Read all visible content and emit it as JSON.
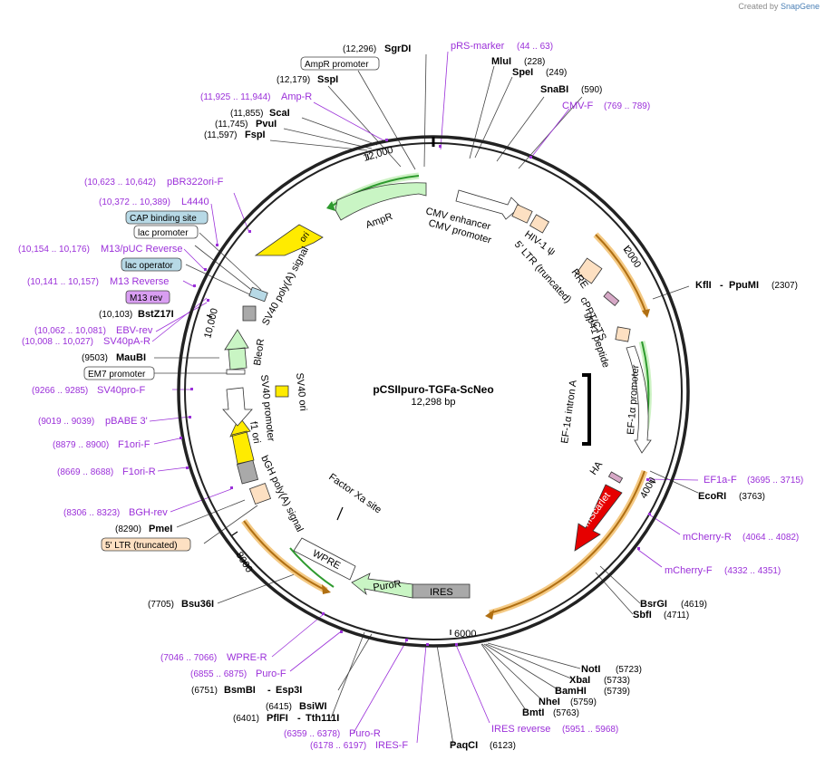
{
  "credit": {
    "prefix": "Created by",
    "brand": "SnapGene"
  },
  "map": {
    "name": "pCSIIpuro-TGFa-ScNeo",
    "length": "12,298 bp",
    "ticks": [
      "12,000",
      "2000",
      "4000",
      "6000",
      "8000",
      "10,000"
    ]
  },
  "features": {
    "ampr": "AmpR",
    "ori": "ori",
    "sv40_polya": "SV40 poly(A) signal",
    "bleor": "BleoR",
    "sv40_promoter": "SV40 promoter",
    "f1_ori": "f1 ori",
    "bgh_polya": "bGH poly(A) signal",
    "factor_xa": "Factor Xa site",
    "wpre": "WPRE",
    "puror": "PuroR",
    "ires": "IRES",
    "mscarlet": "mScarlet",
    "ha": "HA",
    "ef1a_promoter": "EF-1α promoter",
    "ef1a_intron": "EF-1α intron A",
    "cppt": "cPPT/CTS",
    "gp41": "gp41 peptide",
    "rre": "RRE",
    "hiv_psi": "HIV-1 ψ",
    "ltr_trunc_inner": "5' LTR (truncated)",
    "cmv_enhancer": "CMV enhancer",
    "cmv_promoter": "CMV promoter",
    "sv40_ori": "SV40 ori"
  },
  "labels": {
    "sgrdi": {
      "pos": "(12,296)",
      "name": "SgrDI"
    },
    "prs_marker": {
      "name": "pRS-marker",
      "range": "(44 .. 63)"
    },
    "ampr_promoter": {
      "name": "AmpR promoter"
    },
    "sspi": {
      "pos": "(12,179)",
      "name": "SspI"
    },
    "mlui": {
      "name": "MluI",
      "pos": "(228)"
    },
    "spei": {
      "name": "SpeI",
      "pos": "(249)"
    },
    "snabi": {
      "name": "SnaBI",
      "pos": "(590)"
    },
    "amp_r": {
      "range": "(11,925 .. 11,944)",
      "name": "Amp-R"
    },
    "cmv_f": {
      "name": "CMV-F",
      "range": "(769 .. 789)"
    },
    "scai": {
      "pos": "(11,855)",
      "name": "ScaI"
    },
    "pvui": {
      "pos": "(11,745)",
      "name": "PvuI"
    },
    "fspi": {
      "pos": "(11,597)",
      "name": "FspI"
    },
    "pbr322": {
      "range": "(10,623 .. 10,642)",
      "name": "pBR322ori-F"
    },
    "l4440": {
      "range": "(10,372 .. 10,389)",
      "name": "L4440"
    },
    "cap": {
      "name": "CAP binding site"
    },
    "lac_promoter": {
      "name": "lac promoter"
    },
    "m13puc": {
      "range": "(10,154 .. 10,176)",
      "name": "M13/pUC Reverse"
    },
    "lac_operator": {
      "name": "lac operator"
    },
    "m13_reverse": {
      "range": "(10,141 .. 10,157)",
      "name": "M13 Reverse"
    },
    "m13_rev": {
      "name": "M13 rev"
    },
    "bstz17i": {
      "pos": "(10,103)",
      "name": "BstZ17I"
    },
    "ebv_rev": {
      "range": "(10,062 .. 10,081)",
      "name": "EBV-rev"
    },
    "sv40pa_r": {
      "range": "(10,008 .. 10,027)",
      "name": "SV40pA-R"
    },
    "kfli": {
      "name": "KflI",
      "sep": "- ",
      "name2": "PpuMI",
      "pos": "(2307)"
    },
    "maubi": {
      "pos": "(9503)",
      "name": "MauBI"
    },
    "em7": {
      "name": "EM7 promoter"
    },
    "sv40pro_f": {
      "range": "(9266 .. 9285)",
      "name": "SV40pro-F"
    },
    "pbabe3": {
      "range": "(9019 .. 9039)",
      "name": "pBABE 3'"
    },
    "f1ori_f": {
      "range": "(8879 .. 8900)",
      "name": "F1ori-F"
    },
    "f1ori_r": {
      "range": "(8669 .. 8688)",
      "name": "F1ori-R"
    },
    "ef1a_f": {
      "name": "EF1a-F",
      "range": "(3695 .. 3715)"
    },
    "ecori": {
      "name": "EcoRI",
      "pos": "(3763)"
    },
    "bgh_rev": {
      "range": "(8306 .. 8323)",
      "name": "BGH-rev"
    },
    "pmei": {
      "pos": "(8290)",
      "name": "PmeI"
    },
    "ltr_trunc": {
      "name": "5' LTR (truncated)"
    },
    "mcherry_r": {
      "name": "mCherry-R",
      "range": "(4064 .. 4082)"
    },
    "mcherry_f": {
      "name": "mCherry-F",
      "range": "(4332 .. 4351)"
    },
    "bsu36i": {
      "pos": "(7705)",
      "name": "Bsu36I"
    },
    "bsrgi": {
      "name": "BsrGI",
      "pos": "(4619)"
    },
    "sbfi": {
      "name": "SbfI",
      "pos": "(4711)"
    },
    "wpre_r": {
      "range": "(7046 .. 7066)",
      "name": "WPRE-R"
    },
    "puro_f": {
      "range": "(6855 .. 6875)",
      "name": "Puro-F"
    },
    "bsmbi": {
      "pos": "(6751)",
      "name": "BsmBI",
      "sep": "- ",
      "name2": "Esp3I"
    },
    "noti": {
      "name": "NotI",
      "pos": "(5723)"
    },
    "xbai": {
      "name": "XbaI",
      "pos": "(5733)"
    },
    "bamhi": {
      "name": "BamHI",
      "pos": "(5739)"
    },
    "nhei": {
      "name": "NheI",
      "pos": "(5759)"
    },
    "bmti": {
      "name": "BmtI",
      "pos": "(5763)"
    },
    "bsiwi": {
      "pos": "(6415)",
      "name": "BsiWI"
    },
    "pflfi": {
      "pos": "(6401)",
      "name": "PflFI",
      "sep": "- ",
      "name2": "Tth111I"
    },
    "ires_reverse": {
      "name": "IRES reverse",
      "range": "(5951 .. 5968)"
    },
    "puro_r": {
      "range": "(6359 .. 6378)",
      "name": "Puro-R"
    },
    "ires_f": {
      "range": "(6178 .. 6197)",
      "name": "IRES-F"
    },
    "paqci": {
      "name": "PaqCI",
      "pos": "(6123)"
    }
  },
  "colors": {
    "primer": "#9b30d9",
    "orange": "#e6a02f",
    "green_arrow": "#2fa52f",
    "backbone": "#222222"
  }
}
